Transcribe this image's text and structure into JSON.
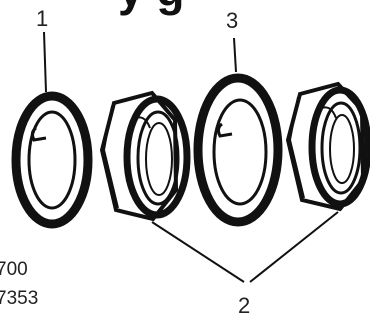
{
  "title_fragment": "y g",
  "callouts": [
    {
      "id": "1",
      "label": "1"
    },
    {
      "id": "2",
      "label": "2"
    },
    {
      "id": "3",
      "label": "3"
    }
  ],
  "part_numbers": [
    "700",
    "7353"
  ],
  "colors": {
    "ink": "#111111",
    "text": "#222222",
    "background": "#ffffff"
  }
}
